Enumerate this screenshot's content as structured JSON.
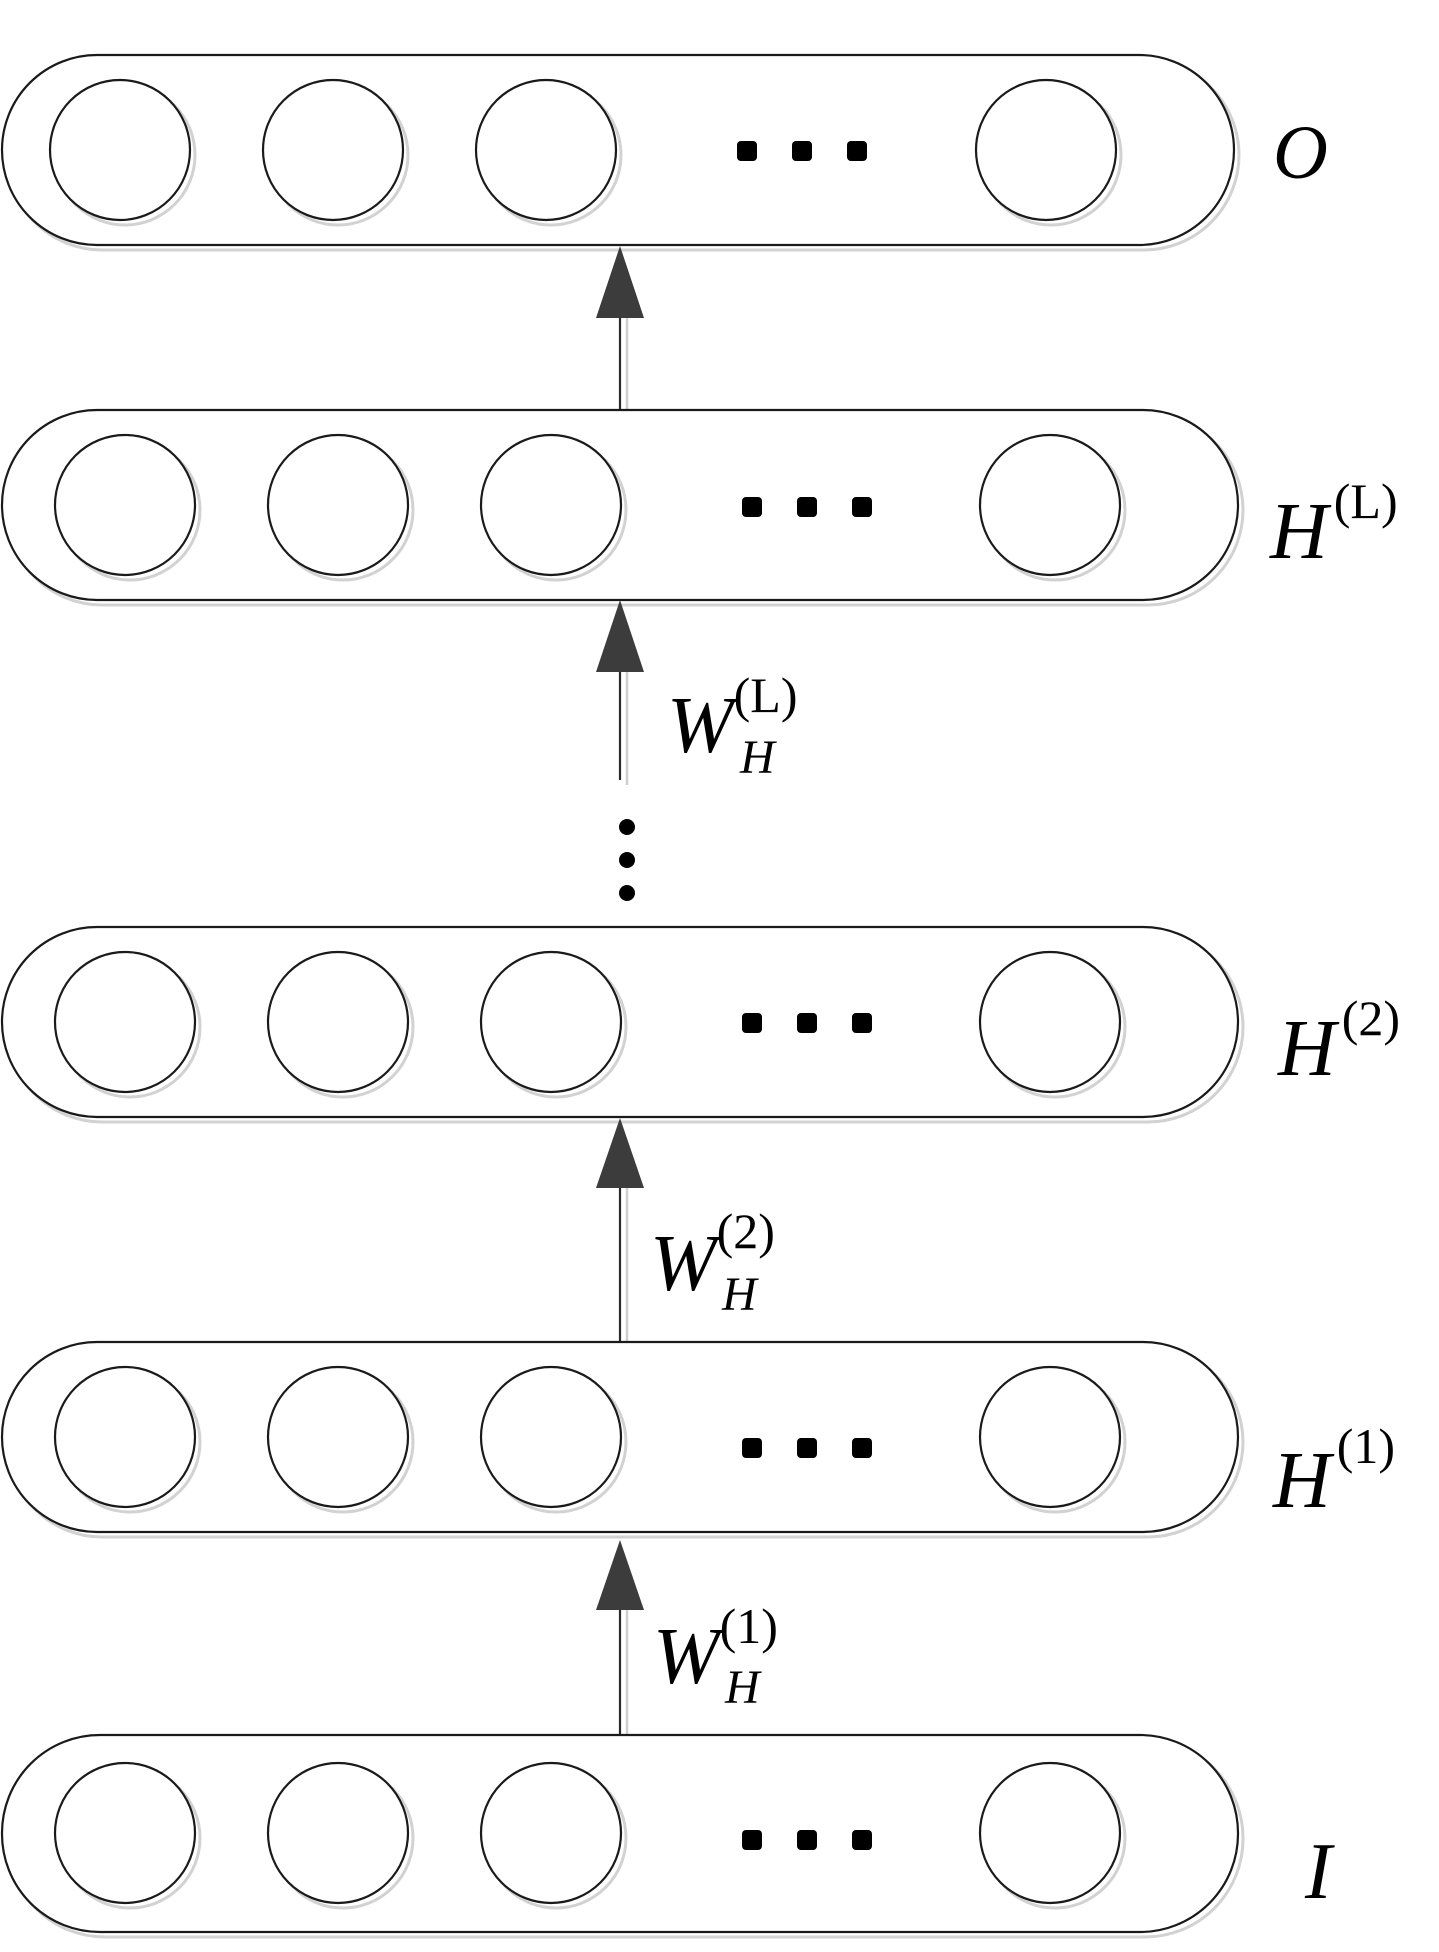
{
  "layers": [
    {
      "key": "output",
      "label": "O",
      "sup": ""
    },
    {
      "key": "hidden_L",
      "label": "H",
      "sup": "(L)"
    },
    {
      "key": "hidden_2",
      "label": "H",
      "sup": "(2)"
    },
    {
      "key": "hidden_1",
      "label": "H",
      "sup": "(1)"
    },
    {
      "key": "input",
      "label": "I",
      "sup": ""
    }
  ],
  "weights": [
    {
      "key": "w_L",
      "label": "W",
      "sub": "H",
      "sup": "(L)"
    },
    {
      "key": "w_2",
      "label": "W",
      "sub": "H",
      "sup": "(2)"
    },
    {
      "key": "w_1",
      "label": "W",
      "sub": "H",
      "sup": "(1)"
    }
  ],
  "colors": {
    "stroke": "#1a1a1a",
    "shadow": "#d2d2d2",
    "arrowhead": "#3c3c3c",
    "background": "#ffffff"
  }
}
